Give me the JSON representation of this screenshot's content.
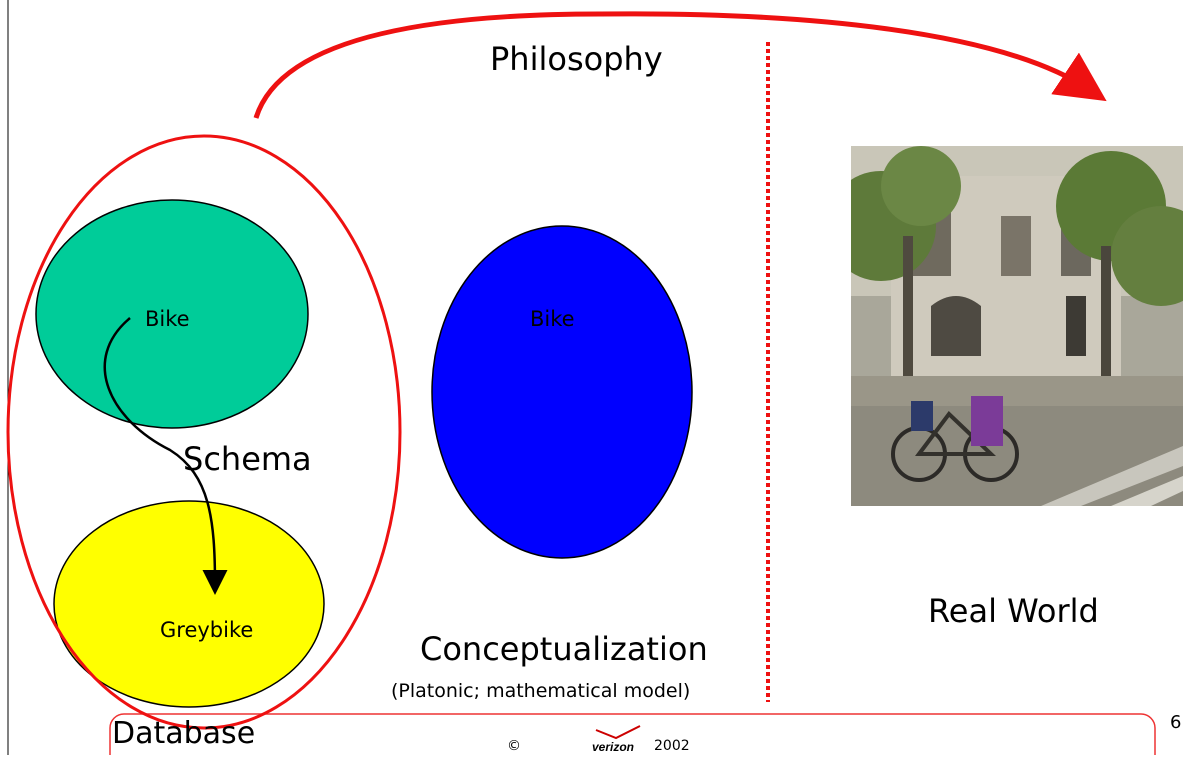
{
  "diagram": {
    "philosophy_label": "Philosophy",
    "schema_label": "Schema",
    "conceptualization_label": "Conceptualization",
    "conceptualization_sub": "(Platonic; mathematical model)",
    "real_world_label": "Real World",
    "database_label": "Database",
    "schema_top_label": "Bike",
    "concept_label": "Bike",
    "schema_bottom_label": "Greybike"
  },
  "footer": {
    "copyright": "©",
    "logo_name": "verizon-logo",
    "logo_text": "verizon",
    "year": "2002",
    "page_number": "6"
  },
  "colors": {
    "red": "#ee1111",
    "teal": "#00cc99",
    "blue": "#0000ff",
    "yellow": "#ffff00",
    "black": "#000000"
  }
}
